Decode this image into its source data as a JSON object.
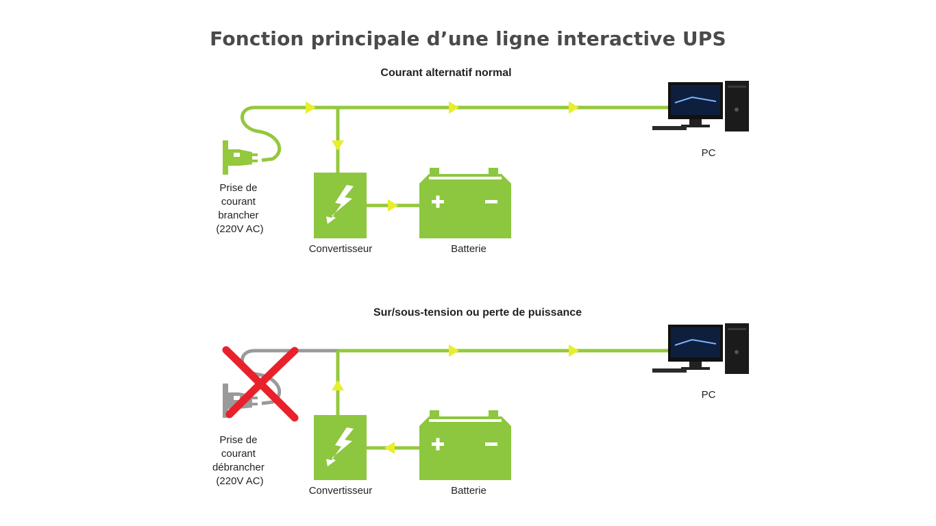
{
  "title": "Fonction principale d’une ligne interactive UPS",
  "colors": {
    "wire": "#94c83d",
    "arrow": "#e8ee2a",
    "box": "#8dc63f",
    "cross": "#e8212b",
    "disconnected": "#9a9a9a",
    "pc_body": "#1b1b1b",
    "title": "#4a4a4a"
  },
  "diagrams": [
    {
      "heading": "Courant alternatif normal",
      "plug_state": "connected",
      "plug_label": [
        "Prise de",
        "courant",
        "brancher",
        "(220V AC)"
      ],
      "converter_label": "Convertisseur",
      "battery_label": "Batterie",
      "pc_label": "PC",
      "icons": [
        "power-plug-icon",
        "converter-bolt-icon",
        "battery-icon",
        "desktop-pc-icon"
      ]
    },
    {
      "heading": "Sur/sous-tension ou perte de puissance",
      "plug_state": "disconnected",
      "plug_label": [
        "Prise de",
        "courant",
        "débrancher",
        "(220V AC)"
      ],
      "converter_label": "Convertisseur",
      "battery_label": "Batterie",
      "pc_label": "PC",
      "icons": [
        "power-plug-icon",
        "red-cross-icon",
        "converter-bolt-icon",
        "battery-icon",
        "desktop-pc-icon"
      ]
    }
  ]
}
